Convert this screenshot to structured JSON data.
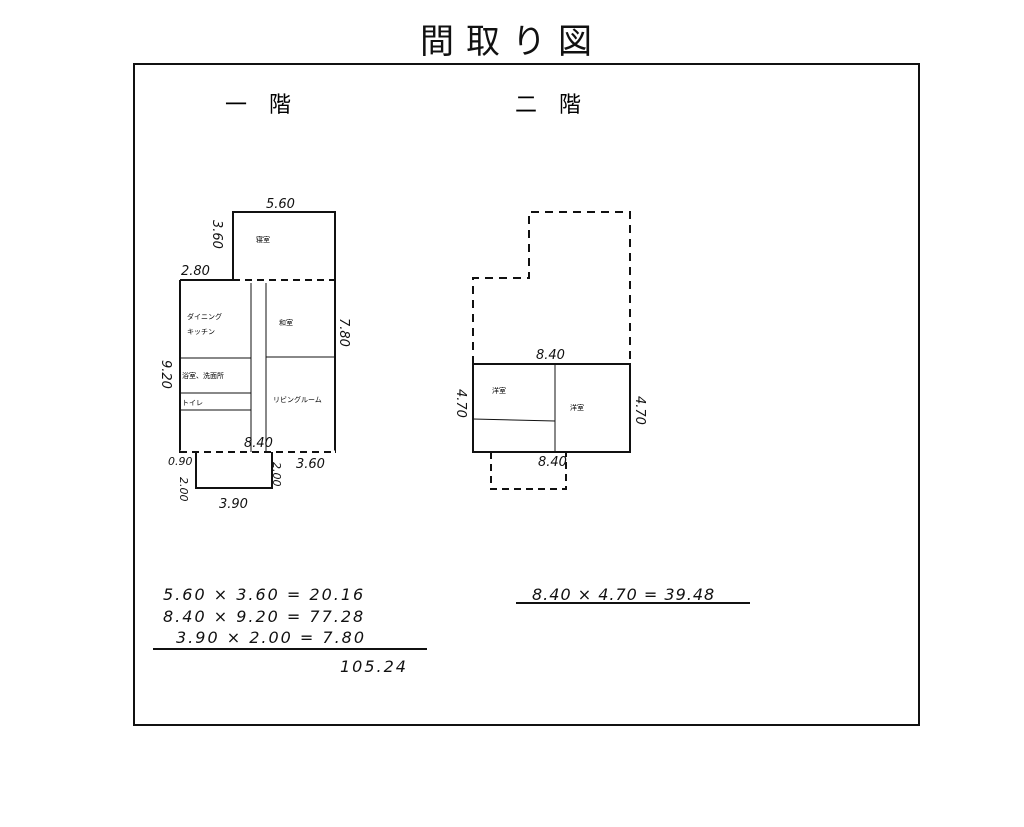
{
  "title": "間取り図",
  "floor1": {
    "heading": "一　階",
    "dims": {
      "top": "5.60",
      "left_upper": "3.60",
      "step": "2.80",
      "right": "7.80",
      "left_main": "9.20",
      "bottom_mid": "8.40",
      "porch_left": "0.90",
      "porch_right": "3.60",
      "porch_height": "2.00",
      "porch_height2": "2.00",
      "porch_bottom": "3.90"
    },
    "rooms": {
      "bedroom": "寝室",
      "dining": "ダイニング",
      "kitchen": "キッチン",
      "japanese": "和室",
      "bath": "浴室、洗面所",
      "toilet": "トイレ",
      "living": "リビングルーム"
    },
    "calc": [
      "5.60 × 3.60 = 20.16",
      "8.40 × 9.20 = 77.28",
      "3.90 × 2.00 = 7.80"
    ],
    "total": "105.24"
  },
  "floor2": {
    "heading": "二　階",
    "dims": {
      "top": "8.40",
      "left": "4.70",
      "right": "4.70",
      "bottom": "8.40"
    },
    "rooms": {
      "western1": "洋室",
      "western2": "洋室"
    },
    "calc": "8.40 × 4.70 = 39.48"
  }
}
